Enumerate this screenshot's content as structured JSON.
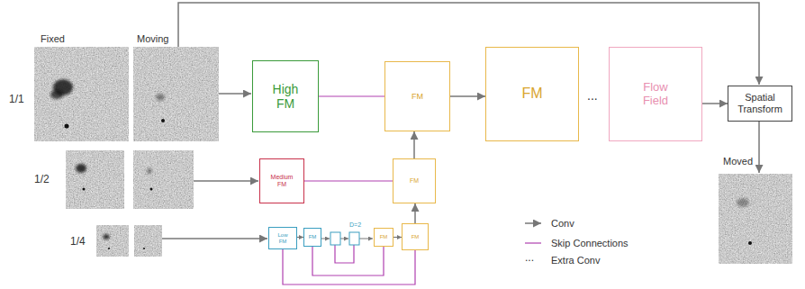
{
  "diagram": {
    "nodes": [
      {
        "text": [
          "High FM"
        ]
      },
      {
        "text": [
          "FM"
        ]
      },
      {
        "text": [
          "FM"
        ]
      },
      {
        "text": [
          "Flow Field"
        ]
      },
      {
        "text": [
          "Spatial Transform"
        ]
      },
      {
        "text": [
          "Medium FM"
        ]
      },
      {
        "text": [
          "FM"
        ]
      },
      {
        "text": [
          "Low FM"
        ]
      },
      {
        "text": [
          "FM"
        ]
      },
      {
        "text": [
          "FM"
        ]
      },
      {
        "text": [
          "FM"
        ]
      }
    ],
    "edges": [
      {
        "from": 0,
        "to": 1,
        "arrow": "none"
      },
      {
        "from": 1,
        "to": 2,
        "arrow": "to"
      },
      {
        "from": 3,
        "to": 4,
        "arrow": "to"
      },
      {
        "from": 5,
        "to": 6,
        "arrow": "none"
      },
      {
        "from": 6,
        "to": 1,
        "arrow": "to"
      },
      {
        "from": 7,
        "to": 8,
        "arrow": "to"
      },
      {
        "from": 9,
        "to": 10,
        "arrow": "to"
      },
      {
        "from": 10,
        "to": 6,
        "arrow": "to"
      },
      {
        "from": 8,
        "to": 9,
        "arrow": "none"
      },
      {
        "from": 7,
        "to": 10,
        "arrow": "none"
      }
    ],
    "labels": [
      "Fixed",
      "Moving",
      "1/1",
      "1/2",
      "1/4",
      "Moved",
      "...",
      "D=2",
      "..."
    ],
    "legend": [
      {
        "text": "Conv"
      },
      {
        "text": "Skip Connections"
      },
      {
        "text": "Extra Conv"
      }
    ]
  }
}
